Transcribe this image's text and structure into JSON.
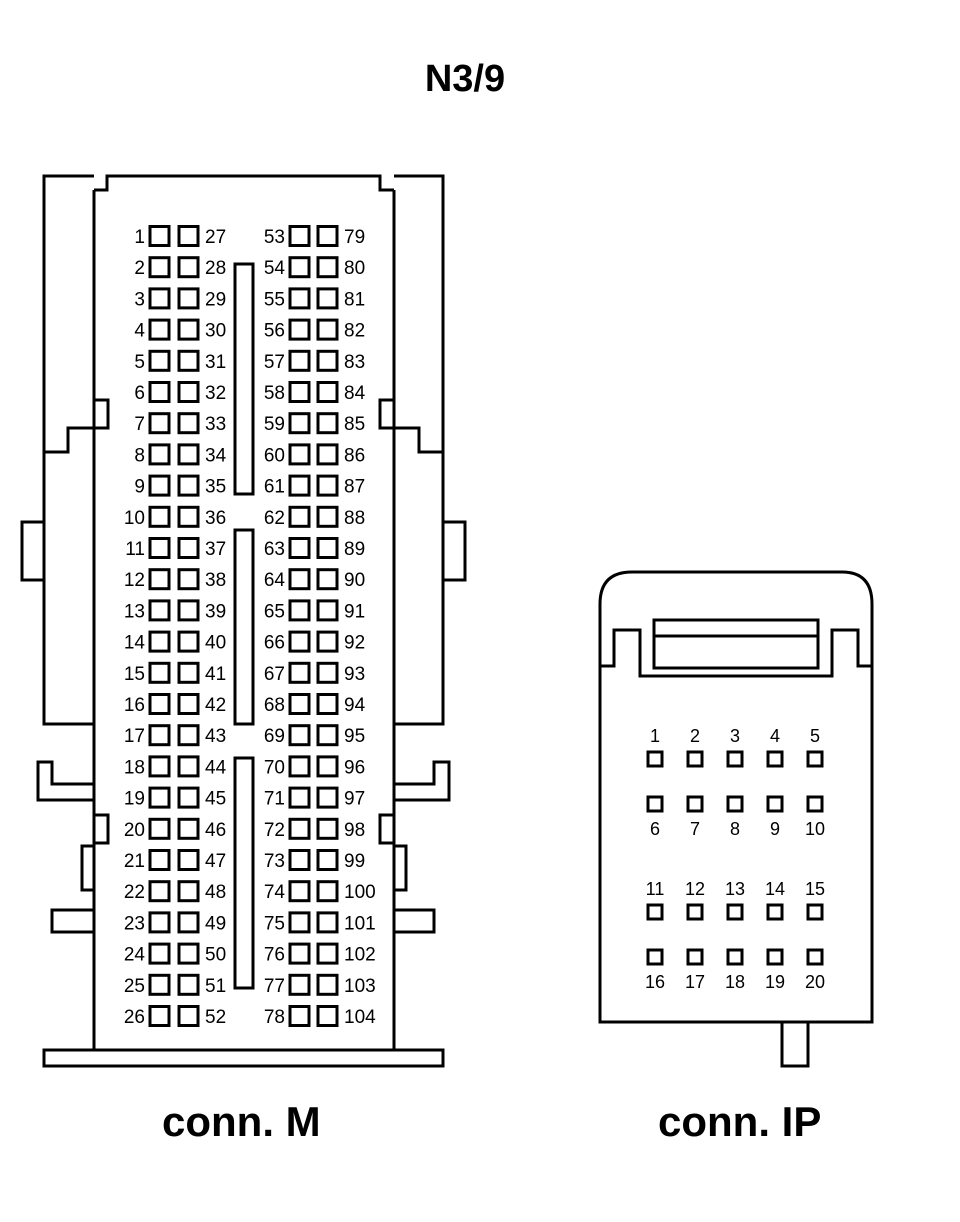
{
  "title": "N3/9",
  "connector_m": {
    "label": "conn. M",
    "pins": [
      {
        "num": "1",
        "col": 0,
        "row": 0
      },
      {
        "num": "2",
        "col": 0,
        "row": 1
      },
      {
        "num": "3",
        "col": 0,
        "row": 2
      },
      {
        "num": "4",
        "col": 0,
        "row": 3
      },
      {
        "num": "5",
        "col": 0,
        "row": 4
      },
      {
        "num": "6",
        "col": 0,
        "row": 5
      },
      {
        "num": "7",
        "col": 0,
        "row": 6
      },
      {
        "num": "8",
        "col": 0,
        "row": 7
      },
      {
        "num": "9",
        "col": 0,
        "row": 8
      },
      {
        "num": "10",
        "col": 0,
        "row": 9
      },
      {
        "num": "11",
        "col": 0,
        "row": 10
      },
      {
        "num": "12",
        "col": 0,
        "row": 11
      },
      {
        "num": "13",
        "col": 0,
        "row": 12
      },
      {
        "num": "14",
        "col": 0,
        "row": 13
      },
      {
        "num": "15",
        "col": 0,
        "row": 14
      },
      {
        "num": "16",
        "col": 0,
        "row": 15
      },
      {
        "num": "17",
        "col": 0,
        "row": 16
      },
      {
        "num": "18",
        "col": 0,
        "row": 17
      },
      {
        "num": "19",
        "col": 0,
        "row": 18
      },
      {
        "num": "20",
        "col": 0,
        "row": 19
      },
      {
        "num": "21",
        "col": 0,
        "row": 20
      },
      {
        "num": "22",
        "col": 0,
        "row": 21
      },
      {
        "num": "23",
        "col": 0,
        "row": 22
      },
      {
        "num": "24",
        "col": 0,
        "row": 23
      },
      {
        "num": "25",
        "col": 0,
        "row": 24
      },
      {
        "num": "26",
        "col": 0,
        "row": 25
      },
      {
        "num": "27",
        "col": 1,
        "row": 0
      },
      {
        "num": "28",
        "col": 1,
        "row": 1
      },
      {
        "num": "29",
        "col": 1,
        "row": 2
      },
      {
        "num": "30",
        "col": 1,
        "row": 3
      },
      {
        "num": "31",
        "col": 1,
        "row": 4
      },
      {
        "num": "32",
        "col": 1,
        "row": 5
      },
      {
        "num": "33",
        "col": 1,
        "row": 6
      },
      {
        "num": "34",
        "col": 1,
        "row": 7
      },
      {
        "num": "35",
        "col": 1,
        "row": 8
      },
      {
        "num": "36",
        "col": 1,
        "row": 9
      },
      {
        "num": "37",
        "col": 1,
        "row": 10
      },
      {
        "num": "38",
        "col": 1,
        "row": 11
      },
      {
        "num": "39",
        "col": 1,
        "row": 12
      },
      {
        "num": "40",
        "col": 1,
        "row": 13
      },
      {
        "num": "41",
        "col": 1,
        "row": 14
      },
      {
        "num": "42",
        "col": 1,
        "row": 15
      },
      {
        "num": "43",
        "col": 1,
        "row": 16
      },
      {
        "num": "44",
        "col": 1,
        "row": 17
      },
      {
        "num": "45",
        "col": 1,
        "row": 18
      },
      {
        "num": "46",
        "col": 1,
        "row": 19
      },
      {
        "num": "47",
        "col": 1,
        "row": 20
      },
      {
        "num": "48",
        "col": 1,
        "row": 21
      },
      {
        "num": "49",
        "col": 1,
        "row": 22
      },
      {
        "num": "50",
        "col": 1,
        "row": 23
      },
      {
        "num": "51",
        "col": 1,
        "row": 24
      },
      {
        "num": "52",
        "col": 1,
        "row": 25
      },
      {
        "num": "53",
        "col": 2,
        "row": 0
      },
      {
        "num": "54",
        "col": 2,
        "row": 1
      },
      {
        "num": "55",
        "col": 2,
        "row": 2
      },
      {
        "num": "56",
        "col": 2,
        "row": 3
      },
      {
        "num": "57",
        "col": 2,
        "row": 4
      },
      {
        "num": "58",
        "col": 2,
        "row": 5
      },
      {
        "num": "59",
        "col": 2,
        "row": 6
      },
      {
        "num": "60",
        "col": 2,
        "row": 7
      },
      {
        "num": "61",
        "col": 2,
        "row": 8
      },
      {
        "num": "62",
        "col": 2,
        "row": 9
      },
      {
        "num": "63",
        "col": 2,
        "row": 10
      },
      {
        "num": "64",
        "col": 2,
        "row": 11
      },
      {
        "num": "65",
        "col": 2,
        "row": 12
      },
      {
        "num": "66",
        "col": 2,
        "row": 13
      },
      {
        "num": "67",
        "col": 2,
        "row": 14
      },
      {
        "num": "68",
        "col": 2,
        "row": 15
      },
      {
        "num": "69",
        "col": 2,
        "row": 16
      },
      {
        "num": "70",
        "col": 2,
        "row": 17
      },
      {
        "num": "71",
        "col": 2,
        "row": 18
      },
      {
        "num": "72",
        "col": 2,
        "row": 19
      },
      {
        "num": "73",
        "col": 2,
        "row": 20
      },
      {
        "num": "74",
        "col": 2,
        "row": 21
      },
      {
        "num": "75",
        "col": 2,
        "row": 22
      },
      {
        "num": "76",
        "col": 2,
        "row": 23
      },
      {
        "num": "77",
        "col": 2,
        "row": 24
      },
      {
        "num": "78",
        "col": 2,
        "row": 25
      },
      {
        "num": "79",
        "col": 3,
        "row": 0
      },
      {
        "num": "80",
        "col": 3,
        "row": 1
      },
      {
        "num": "81",
        "col": 3,
        "row": 2
      },
      {
        "num": "82",
        "col": 3,
        "row": 3
      },
      {
        "num": "83",
        "col": 3,
        "row": 4
      },
      {
        "num": "84",
        "col": 3,
        "row": 5
      },
      {
        "num": "85",
        "col": 3,
        "row": 6
      },
      {
        "num": "86",
        "col": 3,
        "row": 7
      },
      {
        "num": "87",
        "col": 3,
        "row": 8
      },
      {
        "num": "88",
        "col": 3,
        "row": 9
      },
      {
        "num": "89",
        "col": 3,
        "row": 10
      },
      {
        "num": "90",
        "col": 3,
        "row": 11
      },
      {
        "num": "91",
        "col": 3,
        "row": 12
      },
      {
        "num": "92",
        "col": 3,
        "row": 13
      },
      {
        "num": "93",
        "col": 3,
        "row": 14
      },
      {
        "num": "94",
        "col": 3,
        "row": 15
      },
      {
        "num": "95",
        "col": 3,
        "row": 16
      },
      {
        "num": "96",
        "col": 3,
        "row": 17
      },
      {
        "num": "97",
        "col": 3,
        "row": 18
      },
      {
        "num": "98",
        "col": 3,
        "row": 19
      },
      {
        "num": "99",
        "col": 3,
        "row": 20
      },
      {
        "num": "100",
        "col": 3,
        "row": 21
      },
      {
        "num": "101",
        "col": 3,
        "row": 22
      },
      {
        "num": "102",
        "col": 3,
        "row": 23
      },
      {
        "num": "103",
        "col": 3,
        "row": 24
      },
      {
        "num": "104",
        "col": 3,
        "row": 25
      }
    ]
  },
  "connector_ip": {
    "label": "conn. IP",
    "pins": [
      {
        "num": "1",
        "col": 0,
        "row": 0
      },
      {
        "num": "2",
        "col": 1,
        "row": 0
      },
      {
        "num": "3",
        "col": 2,
        "row": 0
      },
      {
        "num": "4",
        "col": 3,
        "row": 0
      },
      {
        "num": "5",
        "col": 4,
        "row": 0
      },
      {
        "num": "6",
        "col": 0,
        "row": 1
      },
      {
        "num": "7",
        "col": 1,
        "row": 1
      },
      {
        "num": "8",
        "col": 2,
        "row": 1
      },
      {
        "num": "9",
        "col": 3,
        "row": 1
      },
      {
        "num": "10",
        "col": 4,
        "row": 1
      },
      {
        "num": "11",
        "col": 0,
        "row": 2
      },
      {
        "num": "12",
        "col": 1,
        "row": 2
      },
      {
        "num": "13",
        "col": 2,
        "row": 2
      },
      {
        "num": "14",
        "col": 3,
        "row": 2
      },
      {
        "num": "15",
        "col": 4,
        "row": 2
      },
      {
        "num": "16",
        "col": 0,
        "row": 3
      },
      {
        "num": "17",
        "col": 1,
        "row": 3
      },
      {
        "num": "18",
        "col": 2,
        "row": 3
      },
      {
        "num": "19",
        "col": 3,
        "row": 3
      },
      {
        "num": "20",
        "col": 4,
        "row": 3
      }
    ]
  }
}
